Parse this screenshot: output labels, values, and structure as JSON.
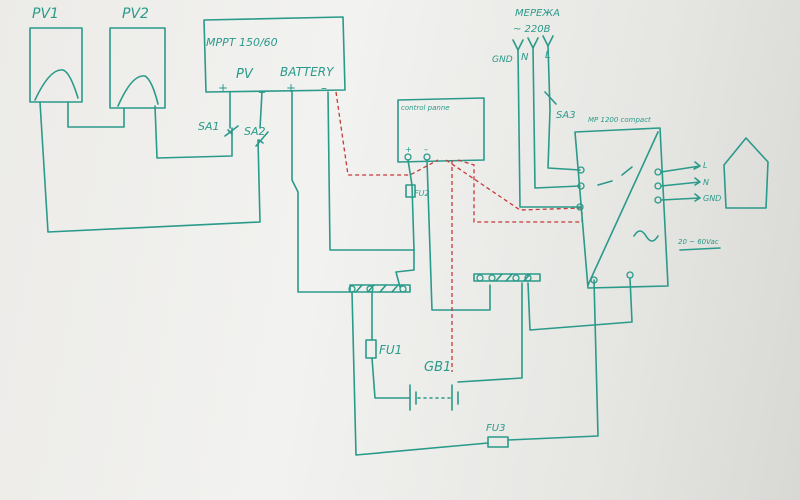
{
  "labels": {
    "pv1": "PV1",
    "pv2": "PV2",
    "mppt_title": "MPPT 150/60",
    "mppt_pv": "PV",
    "mppt_battery": "BATTERY",
    "mppt_plus1": "+",
    "mppt_minus1": "_",
    "mppt_plus2": "+",
    "mppt_minus2": "–",
    "sa1": "SA1",
    "sa2": "SA2",
    "control": "control panne",
    "control_plus": "+",
    "control_minus": "–",
    "grid_title": "МЕРЕЖА",
    "grid_voltage": "~ 220В",
    "gnd_in": "GND",
    "n_in": "N",
    "l_in": "L",
    "sa3": "SA3",
    "multiplus": "MP 1200 compact",
    "out_l": "L",
    "out_n": "N",
    "out_gnd": "GND",
    "out_v": "20 ~ 60Vac",
    "fu2": "FU2",
    "fu1": "FU1",
    "gb1": "GB1",
    "fu3": "FU3"
  },
  "colors": {
    "ink": "#2a9a8a",
    "signal": "#c43a3a",
    "board": "#eeeeec"
  }
}
